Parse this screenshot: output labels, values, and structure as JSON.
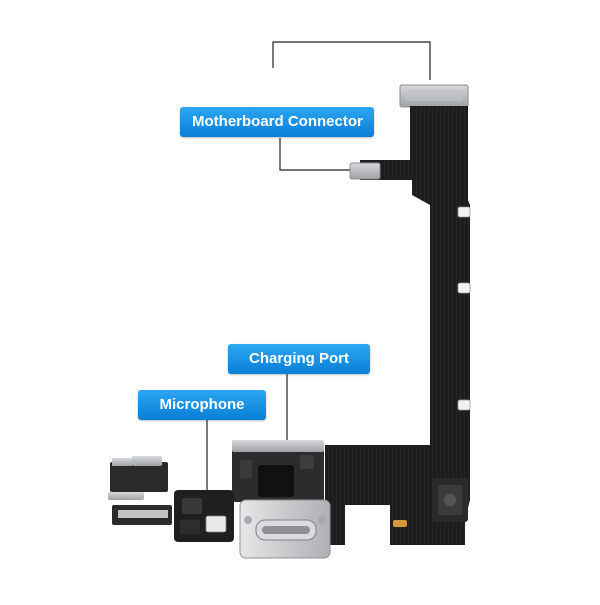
{
  "labels": {
    "motherboard_connector": "Motherboard Connector",
    "charging_port": "Charging Port",
    "microphone": "Microphone"
  },
  "colors": {
    "label_background": "#1a90e8",
    "label_text": "#ffffff",
    "flex_cable": "#1b1b1b",
    "leader_line": "#222222",
    "metal_shield": "#b9bcbf",
    "background": "#ffffff"
  }
}
